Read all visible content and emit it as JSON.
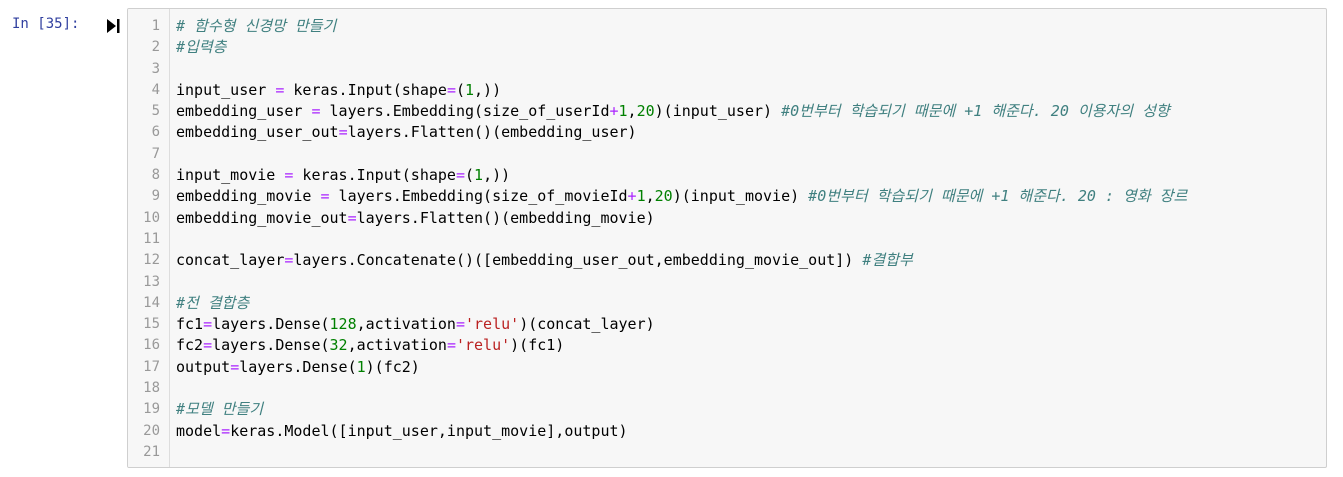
{
  "cell": {
    "prompt": "In [35]:",
    "run_icon": "run-cell-icon"
  },
  "colors": {
    "prompt": "#303f9f",
    "comment": "#408080",
    "operator": "#aa22ff",
    "number": "#008000",
    "string": "#ba2121",
    "editor_bg": "#f7f7f7",
    "border": "#cfcfcf"
  },
  "code_lines": [
    {
      "n": "1",
      "tokens": [
        {
          "t": "c",
          "v": "# 함수형 신경망 만들기"
        }
      ]
    },
    {
      "n": "2",
      "tokens": [
        {
          "t": "c",
          "v": "#입력층"
        }
      ]
    },
    {
      "n": "3",
      "tokens": []
    },
    {
      "n": "4",
      "tokens": [
        {
          "t": "p",
          "v": "input_user "
        },
        {
          "t": "o",
          "v": "="
        },
        {
          "t": "p",
          "v": " keras.Input(shape"
        },
        {
          "t": "o",
          "v": "="
        },
        {
          "t": "p",
          "v": "("
        },
        {
          "t": "n",
          "v": "1"
        },
        {
          "t": "p",
          "v": ",))"
        }
      ]
    },
    {
      "n": "5",
      "tokens": [
        {
          "t": "p",
          "v": "embedding_user "
        },
        {
          "t": "o",
          "v": "="
        },
        {
          "t": "p",
          "v": " layers.Embedding(size_of_userId"
        },
        {
          "t": "o",
          "v": "+"
        },
        {
          "t": "n",
          "v": "1"
        },
        {
          "t": "p",
          "v": ","
        },
        {
          "t": "n",
          "v": "20"
        },
        {
          "t": "p",
          "v": ")(input_user) "
        },
        {
          "t": "c",
          "v": "#0번부터 학습되기 때문에 +1 해준다. 20 이용자의 성향"
        }
      ]
    },
    {
      "n": "6",
      "tokens": [
        {
          "t": "p",
          "v": "embedding_user_out"
        },
        {
          "t": "o",
          "v": "="
        },
        {
          "t": "p",
          "v": "layers.Flatten()(embedding_user)"
        }
      ]
    },
    {
      "n": "7",
      "tokens": []
    },
    {
      "n": "8",
      "tokens": [
        {
          "t": "p",
          "v": "input_movie "
        },
        {
          "t": "o",
          "v": "="
        },
        {
          "t": "p",
          "v": " keras.Input(shape"
        },
        {
          "t": "o",
          "v": "="
        },
        {
          "t": "p",
          "v": "("
        },
        {
          "t": "n",
          "v": "1"
        },
        {
          "t": "p",
          "v": ",))"
        }
      ]
    },
    {
      "n": "9",
      "tokens": [
        {
          "t": "p",
          "v": "embedding_movie "
        },
        {
          "t": "o",
          "v": "="
        },
        {
          "t": "p",
          "v": " layers.Embedding(size_of_movieId"
        },
        {
          "t": "o",
          "v": "+"
        },
        {
          "t": "n",
          "v": "1"
        },
        {
          "t": "p",
          "v": ","
        },
        {
          "t": "n",
          "v": "20"
        },
        {
          "t": "p",
          "v": ")(input_movie) "
        },
        {
          "t": "c",
          "v": "#0번부터 학습되기 때문에 +1 해준다. 20 : 영화 장르"
        }
      ]
    },
    {
      "n": "10",
      "tokens": [
        {
          "t": "p",
          "v": "embedding_movie_out"
        },
        {
          "t": "o",
          "v": "="
        },
        {
          "t": "p",
          "v": "layers.Flatten()(embedding_movie)"
        }
      ]
    },
    {
      "n": "11",
      "tokens": []
    },
    {
      "n": "12",
      "tokens": [
        {
          "t": "p",
          "v": "concat_layer"
        },
        {
          "t": "o",
          "v": "="
        },
        {
          "t": "p",
          "v": "layers.Concatenate()([embedding_user_out,embedding_movie_out]) "
        },
        {
          "t": "c",
          "v": "#결합부"
        }
      ]
    },
    {
      "n": "13",
      "tokens": []
    },
    {
      "n": "14",
      "tokens": [
        {
          "t": "c",
          "v": "#전 결합층"
        }
      ]
    },
    {
      "n": "15",
      "tokens": [
        {
          "t": "p",
          "v": "fc1"
        },
        {
          "t": "o",
          "v": "="
        },
        {
          "t": "p",
          "v": "layers.Dense("
        },
        {
          "t": "n",
          "v": "128"
        },
        {
          "t": "p",
          "v": ",activation"
        },
        {
          "t": "o",
          "v": "="
        },
        {
          "t": "s",
          "v": "'relu'"
        },
        {
          "t": "p",
          "v": ")(concat_layer)"
        }
      ]
    },
    {
      "n": "16",
      "tokens": [
        {
          "t": "p",
          "v": "fc2"
        },
        {
          "t": "o",
          "v": "="
        },
        {
          "t": "p",
          "v": "layers.Dense("
        },
        {
          "t": "n",
          "v": "32"
        },
        {
          "t": "p",
          "v": ",activation"
        },
        {
          "t": "o",
          "v": "="
        },
        {
          "t": "s",
          "v": "'relu'"
        },
        {
          "t": "p",
          "v": ")(fc1)"
        }
      ]
    },
    {
      "n": "17",
      "tokens": [
        {
          "t": "p",
          "v": "output"
        },
        {
          "t": "o",
          "v": "="
        },
        {
          "t": "p",
          "v": "layers.Dense("
        },
        {
          "t": "n",
          "v": "1"
        },
        {
          "t": "p",
          "v": ")(fc2)"
        }
      ]
    },
    {
      "n": "18",
      "tokens": []
    },
    {
      "n": "19",
      "tokens": [
        {
          "t": "c",
          "v": "#모델 만들기"
        }
      ]
    },
    {
      "n": "20",
      "tokens": [
        {
          "t": "p",
          "v": "model"
        },
        {
          "t": "o",
          "v": "="
        },
        {
          "t": "p",
          "v": "keras.Model([input_user,input_movie],output)"
        }
      ]
    },
    {
      "n": "21",
      "tokens": []
    }
  ]
}
